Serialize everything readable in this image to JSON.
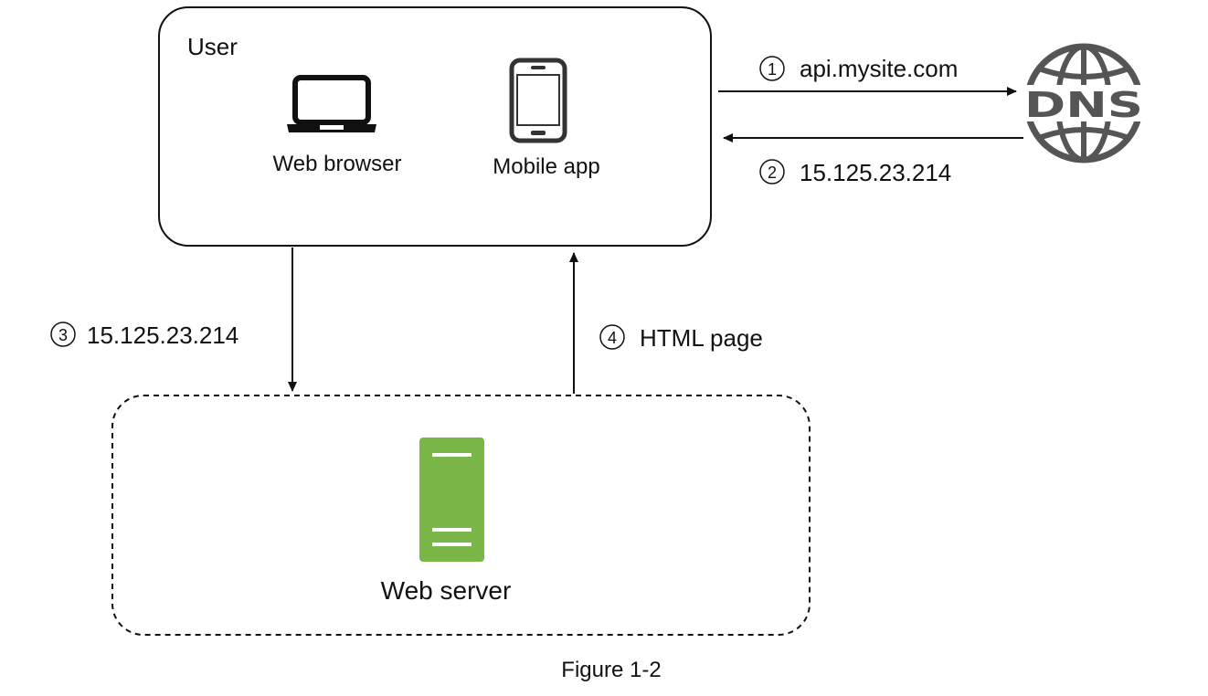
{
  "user_box": {
    "title": "User",
    "clients": [
      {
        "label": "Web browser",
        "icon": "laptop-icon"
      },
      {
        "label": "Mobile app",
        "icon": "mobile-phone-icon"
      }
    ]
  },
  "dns": {
    "icon": "dns-globe-icon",
    "icon_text": "DNS",
    "icon_color": "#555555"
  },
  "server_box": {
    "label": "Web server",
    "icon": "server-icon",
    "server_color": "#7ab648"
  },
  "steps": [
    {
      "number": "1",
      "label": "api.mysite.com"
    },
    {
      "number": "2",
      "label": "15.125.23.214"
    },
    {
      "number": "3",
      "label": "15.125.23.214"
    },
    {
      "number": "4",
      "label": "HTML page"
    }
  ],
  "caption": "Figure 1-2"
}
